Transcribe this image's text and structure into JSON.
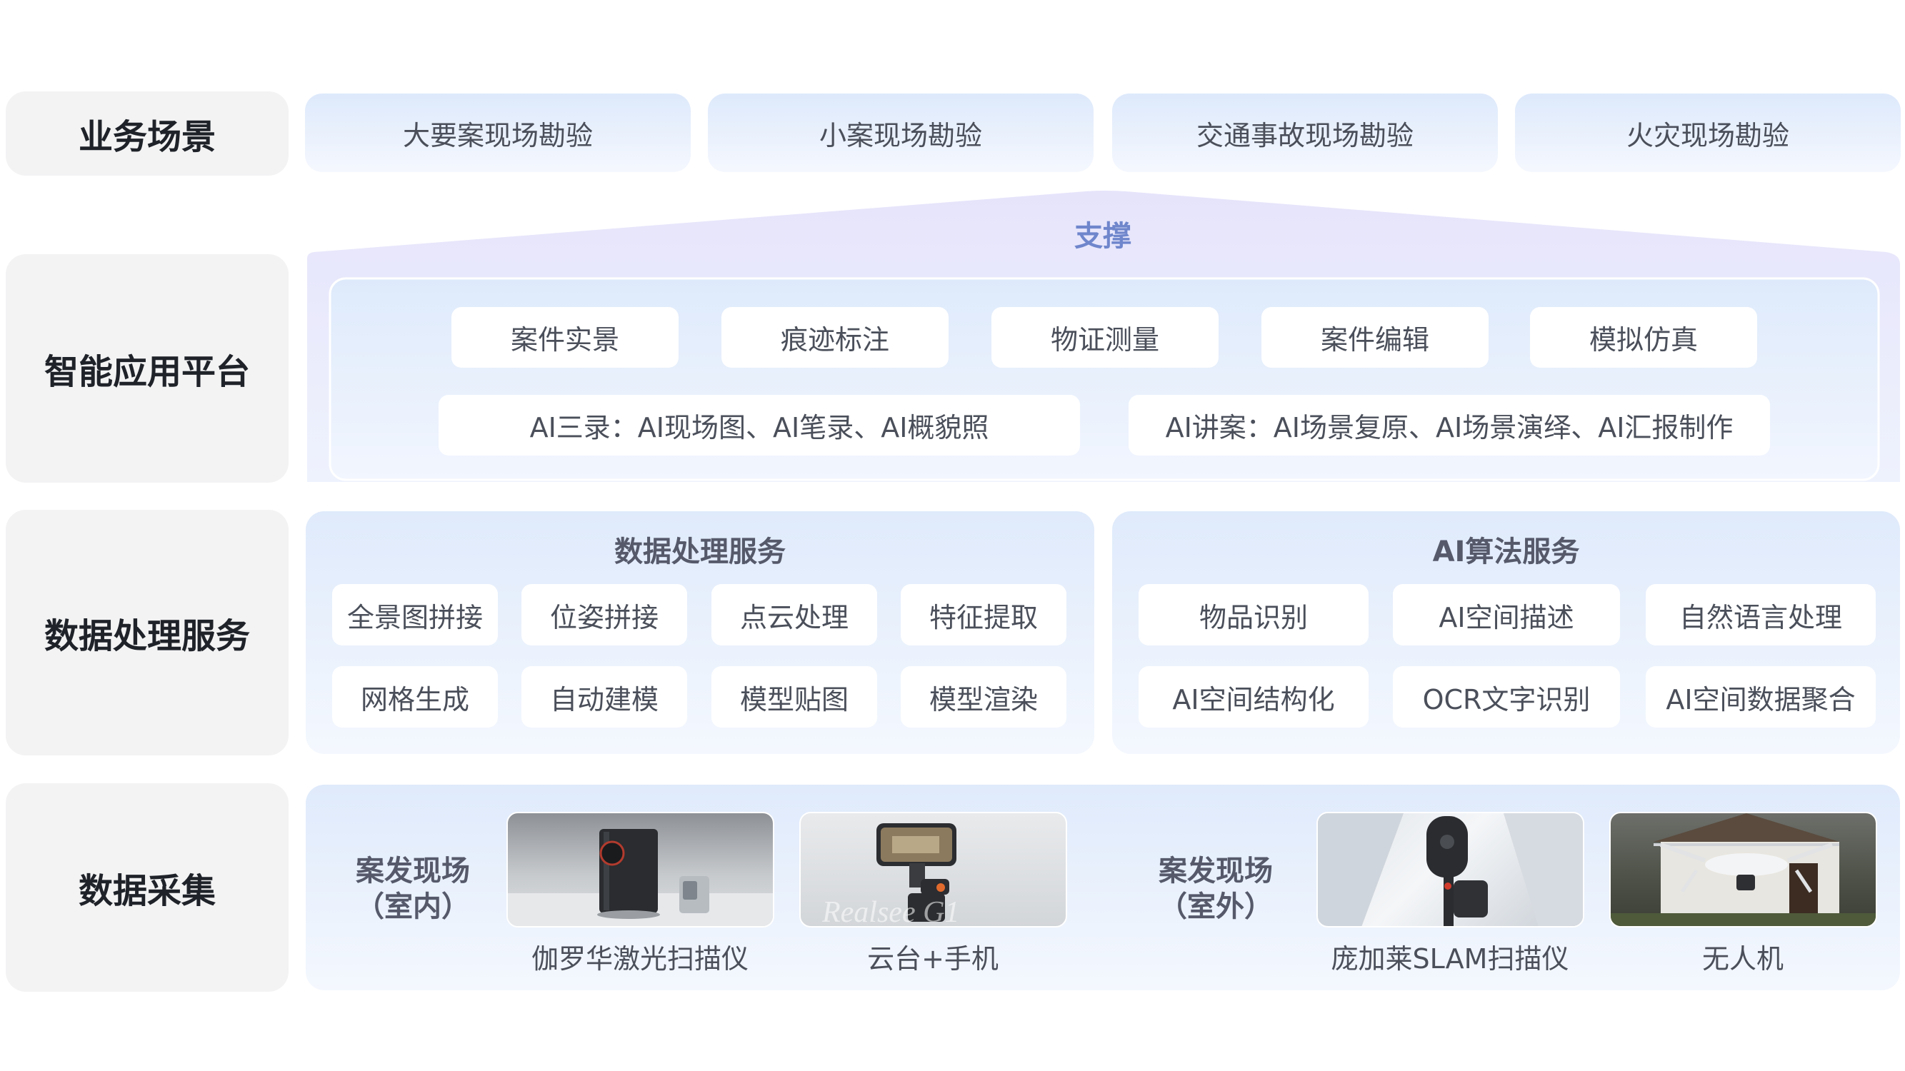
{
  "layers": {
    "business": "业务场景",
    "platform": "智能应用平台",
    "processing": "数据处理服务",
    "collection": "数据采集"
  },
  "scenes": [
    "大要案现场勘验",
    "小案现场勘验",
    "交通事故现场勘验",
    "火灾现场勘验"
  ],
  "support_label": "支撑",
  "platform": {
    "apps": [
      "案件实景",
      "痕迹标注",
      "物证测量",
      "案件编辑",
      "模拟仿真"
    ],
    "ai_features": [
      "AI三录：AI现场图、AI笔录、AI概貌照",
      "AI讲案：AI场景复原、AI场景演绎、AI汇报制作"
    ]
  },
  "data_processing": {
    "title": "数据处理服务",
    "items": [
      "全景图拼接",
      "位姿拼接",
      "点云处理",
      "特征提取",
      "网格生成",
      "自动建模",
      "模型贴图",
      "模型渲染"
    ]
  },
  "ai_algorithms": {
    "title": "AI算法服务",
    "items": [
      "物品识别",
      "AI空间描述",
      "自然语言处理",
      "AI空间结构化",
      "OCR文字识别",
      "AI空间数据聚合"
    ]
  },
  "collection": {
    "indoor_label": "案发现场\n（室内）",
    "outdoor_label": "案发现场\n（室外）",
    "devices": [
      "伽罗华激光扫描仪",
      "云台+手机",
      "庞加莱SLAM扫描仪",
      "无人机"
    ],
    "watermark": "Realsee G1"
  },
  "colors": {
    "label_bg": "#f3f3f4",
    "panel_top": "#dfeafb",
    "panel_bottom": "#f4f8fe",
    "support_text": "#6f86cc",
    "roof": "#e3e3fb"
  }
}
